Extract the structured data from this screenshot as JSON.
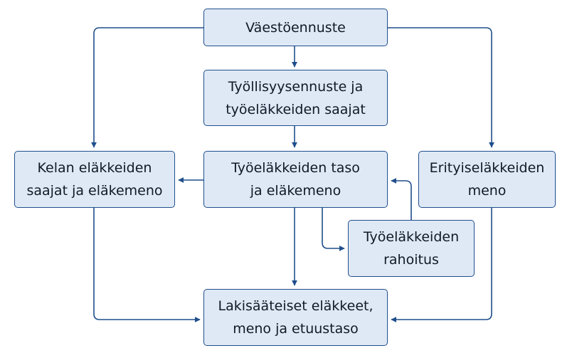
{
  "colors": {
    "box_fill": "#dfe9f6",
    "box_border": "#1f4e8c",
    "arrow": "#1f4e8c",
    "text": "#111827"
  },
  "nodes": {
    "vaestoennuste": {
      "lines": [
        "Väestöennuste"
      ]
    },
    "tyollisyysennuste": {
      "lines": [
        "Työllisyysennuste ja",
        "työeläkkeiden saajat"
      ]
    },
    "kela": {
      "lines": [
        "Kelan eläkkeiden",
        "saajat ja eläkemeno"
      ]
    },
    "tyoelakkeiden_taso": {
      "lines": [
        "Työeläkkeiden taso",
        "ja eläkemeno"
      ]
    },
    "erityiselakkeiden": {
      "lines": [
        "Erityiseläkkeiden",
        "meno"
      ]
    },
    "rahoitus": {
      "lines": [
        "Työeläkkeiden",
        "rahoitus"
      ]
    },
    "lakisaateiset": {
      "lines": [
        "Lakisääteiset eläkkeet,",
        "meno ja etuustaso"
      ]
    }
  }
}
